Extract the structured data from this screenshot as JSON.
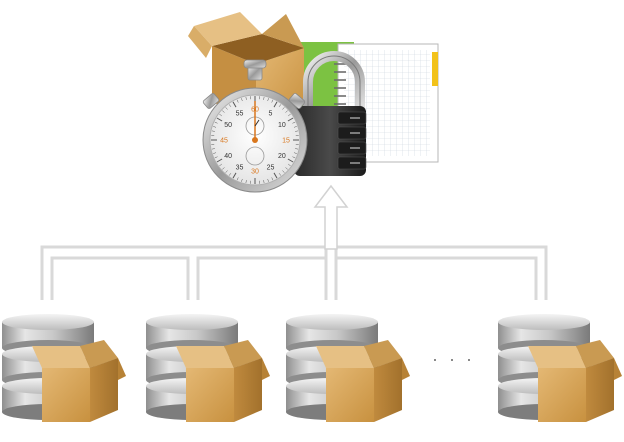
{
  "diagram": {
    "central_icons": [
      "cardboard-box-icon",
      "stopwatch-icon",
      "combination-padlock-icon",
      "notebook-icon"
    ],
    "stopwatch_dial_numbers": [
      "60",
      "5",
      "10",
      "15",
      "20",
      "25",
      "30",
      "35",
      "40",
      "45",
      "50",
      "55"
    ],
    "source_icon": "database-with-box-icon",
    "source_count_shown": 4,
    "ellipsis": "· · ·",
    "colors": {
      "connector": "#d9d9d9",
      "box": "#d2a35e",
      "box_dark": "#b07b36",
      "database": "#c4c4c4",
      "notebook_green": "#7cc242",
      "dial_accent": "#d9771e"
    }
  }
}
